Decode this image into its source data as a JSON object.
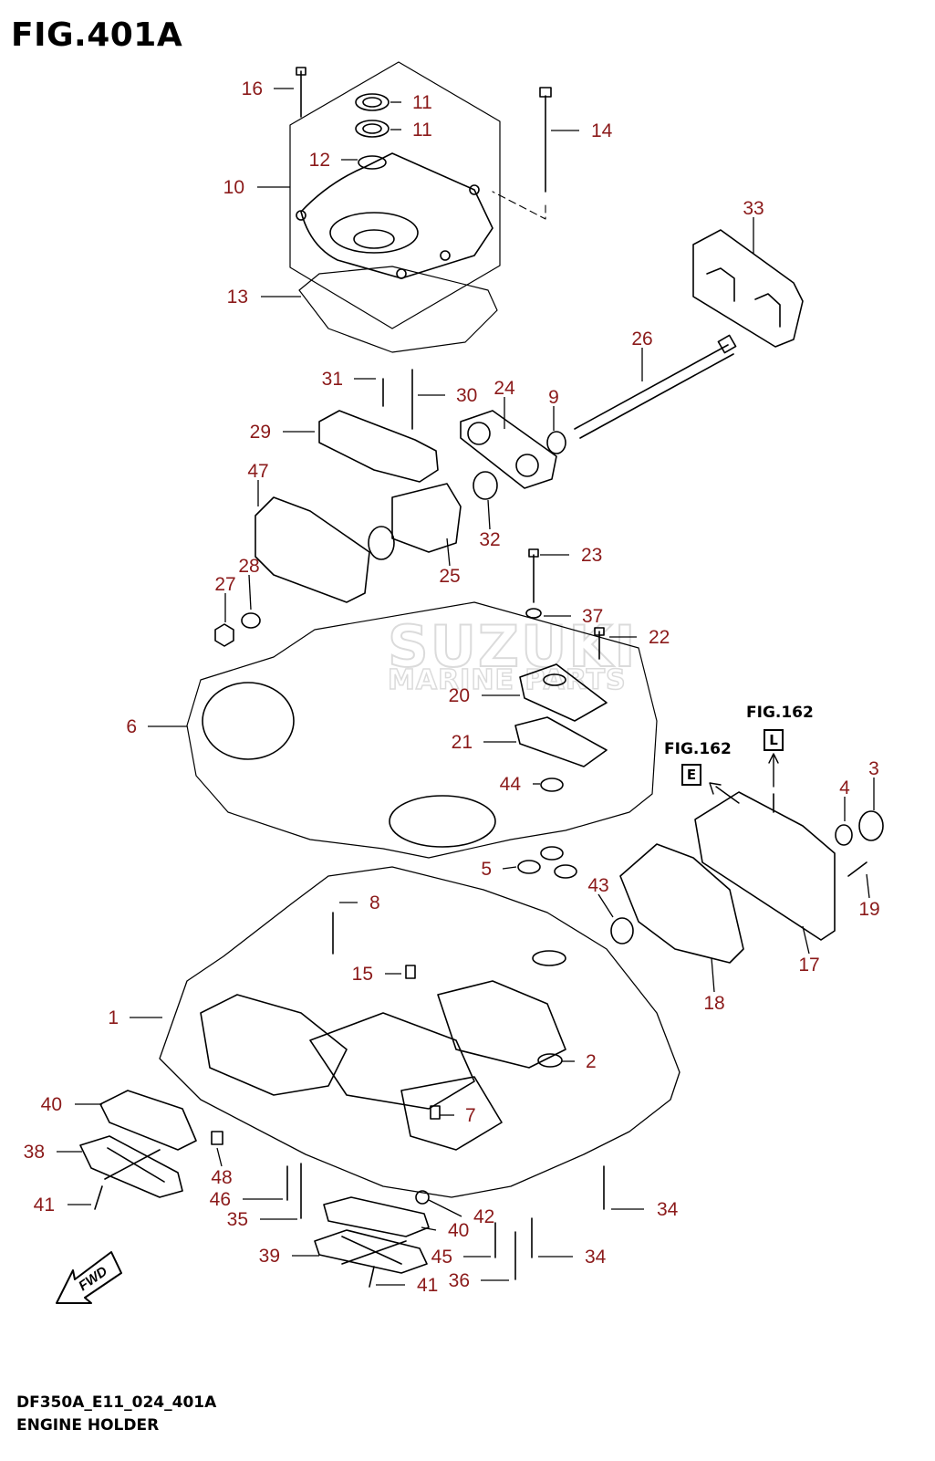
{
  "figure": {
    "title": "FIG.401A",
    "code": "DF350A_E11_024_401A",
    "name": "ENGINE HOLDER"
  },
  "watermark": {
    "line1": "SUZUKI",
    "line2": "MARINE PARTS"
  },
  "fig_refs": [
    {
      "label": "FIG.162",
      "box": "L"
    },
    {
      "label": "FIG.162",
      "box": "E"
    }
  ],
  "callouts": [
    "16",
    "11",
    "11",
    "14",
    "12",
    "10",
    "33",
    "13",
    "26",
    "31",
    "30",
    "24",
    "9",
    "29",
    "47",
    "32",
    "25",
    "23",
    "28",
    "27",
    "37",
    "22",
    "20",
    "6",
    "21",
    "44",
    "3",
    "4",
    "5",
    "8",
    "43",
    "19",
    "15",
    "17",
    "18",
    "1",
    "2",
    "7",
    "40",
    "48",
    "38",
    "46",
    "35",
    "42",
    "34",
    "41",
    "40",
    "39",
    "45",
    "34",
    "36",
    "41"
  ],
  "colors": {
    "callout_text": "#8b1a1a",
    "line": "#000000"
  }
}
